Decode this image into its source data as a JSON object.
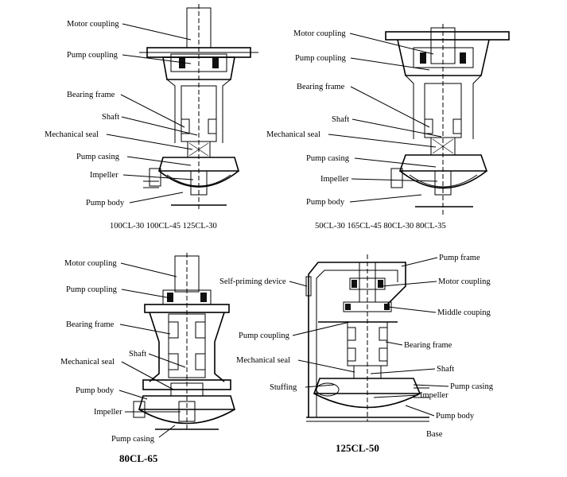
{
  "diagrams": [
    {
      "caption": "100CL-30 100CL-45 125CL-30",
      "labels": [
        "Motor coupling",
        "Pump coupling",
        "Bearing frame",
        "Shaft",
        "Mechanical seal",
        "Pump casing",
        "Impeller",
        "Pump body"
      ]
    },
    {
      "caption": "50CL-30 165CL-45 80CL-30 80CL-35",
      "labels": [
        "Motor coupling",
        "Pump coupling",
        "Bearing frame",
        "Shaft",
        "Mechanical seal",
        "Pump casing",
        "Impeller",
        "Pump body"
      ]
    },
    {
      "caption": "80CL-65",
      "labels": [
        "Motor coupling",
        "Pump coupling",
        "Bearing frame",
        "Shaft",
        "Mechanical seal",
        "Pump body",
        "Impeller",
        "Pump casing"
      ]
    },
    {
      "caption": "125CL-50",
      "labels": [
        "Pump frame",
        "Motor coupling",
        "Self-priming device",
        "Middle couping",
        "Pump coupling",
        "Bearing frame",
        "Mechanical seal",
        "Shaft",
        "Stuffing",
        "Pump casing",
        "Impeller",
        "Pump body",
        "Base"
      ]
    }
  ]
}
